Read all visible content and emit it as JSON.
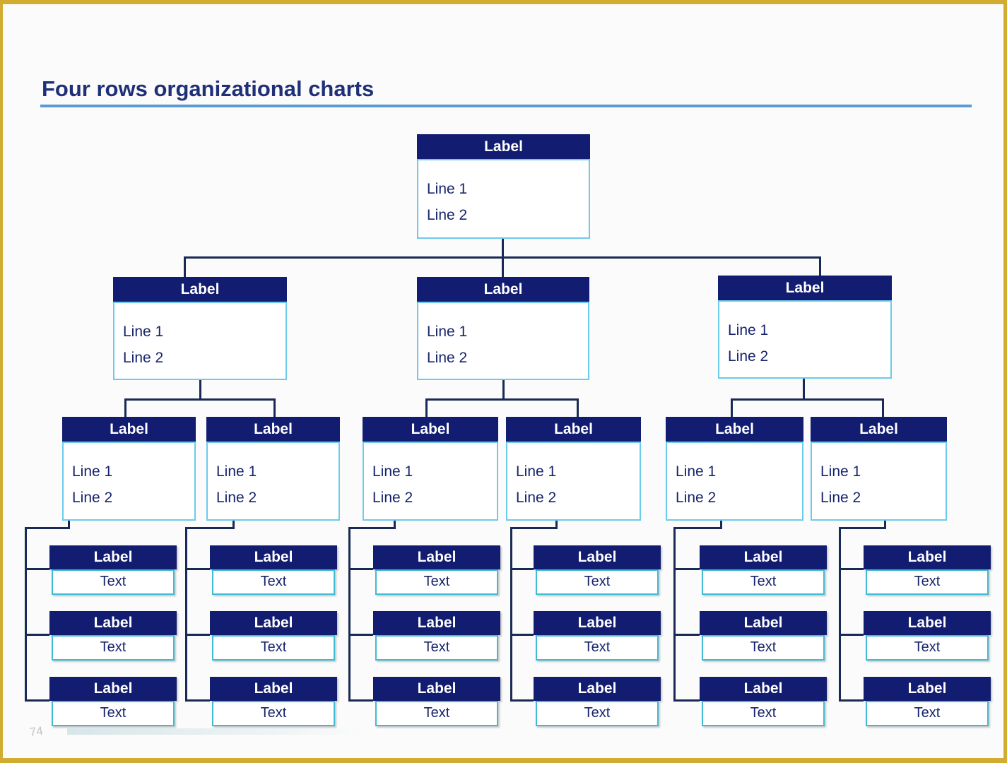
{
  "slide": {
    "title": "Four rows organizational charts",
    "page_number": "74"
  },
  "colors": {
    "background": "#FBFBFB",
    "frame": "#D2AC30",
    "title_text": "#1F3079",
    "title_underline": "#5B9BD5",
    "header_fill": "#121C70",
    "header_text": "#FFFFFF",
    "body_text": "#17246B",
    "large_box_border": "#6CCBEA",
    "small_box_border": "#41BBD4",
    "connector": "#182A55"
  },
  "org_chart": {
    "level1": [
      {
        "label": "Label",
        "line1": "Line 1",
        "line2": "Line 2"
      }
    ],
    "level2": [
      {
        "label": "Label",
        "line1": "Line 1",
        "line2": "Line 2"
      },
      {
        "label": "Label",
        "line1": "Line 1",
        "line2": "Line 2"
      },
      {
        "label": "Label",
        "line1": "Line 1",
        "line2": "Line 2"
      }
    ],
    "level3": [
      {
        "label": "Label",
        "line1": "Line 1",
        "line2": "Line 2"
      },
      {
        "label": "Label",
        "line1": "Line 1",
        "line2": "Line 2"
      },
      {
        "label": "Label",
        "line1": "Line 1",
        "line2": "Line 2"
      },
      {
        "label": "Label",
        "line1": "Line 1",
        "line2": "Line 2"
      },
      {
        "label": "Label",
        "line1": "Line 1",
        "line2": "Line 2"
      },
      {
        "label": "Label",
        "line1": "Line 1",
        "line2": "Line 2"
      }
    ],
    "level4_columns": [
      {
        "boxes": [
          {
            "label": "Label",
            "text": "Text"
          },
          {
            "label": "Label",
            "text": "Text"
          },
          {
            "label": "Label",
            "text": "Text"
          }
        ]
      },
      {
        "boxes": [
          {
            "label": "Label",
            "text": "Text"
          },
          {
            "label": "Label",
            "text": "Text"
          },
          {
            "label": "Label",
            "text": "Text"
          }
        ]
      },
      {
        "boxes": [
          {
            "label": "Label",
            "text": "Text"
          },
          {
            "label": "Label",
            "text": "Text"
          },
          {
            "label": "Label",
            "text": "Text"
          }
        ]
      },
      {
        "boxes": [
          {
            "label": "Label",
            "text": "Text"
          },
          {
            "label": "Label",
            "text": "Text"
          },
          {
            "label": "Label",
            "text": "Text"
          }
        ]
      },
      {
        "boxes": [
          {
            "label": "Label",
            "text": "Text"
          },
          {
            "label": "Label",
            "text": "Text"
          },
          {
            "label": "Label",
            "text": "Text"
          }
        ]
      },
      {
        "boxes": [
          {
            "label": "Label",
            "text": "Text"
          },
          {
            "label": "Label",
            "text": "Text"
          },
          {
            "label": "Label",
            "text": "Text"
          }
        ]
      }
    ]
  }
}
